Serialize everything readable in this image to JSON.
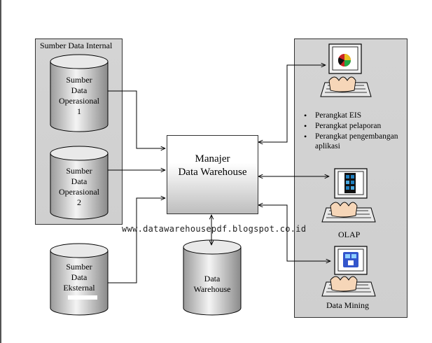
{
  "internal_group": {
    "title": "Sumber Data Internal",
    "source1": [
      "Sumber",
      "Data",
      "Operasional",
      "1"
    ],
    "source2": [
      "Sumber",
      "Data",
      "Operasional",
      "2"
    ]
  },
  "external_source": [
    "Sumber",
    "Data",
    "Eksternal"
  ],
  "manager": {
    "line1": "Manajer",
    "line2": "Data Warehouse"
  },
  "warehouse": [
    "Data",
    "Warehouse"
  ],
  "watermark": "www.datawarehousepdf.blogspot.co.id",
  "tools": {
    "bullets": [
      "Perangkat EIS",
      "Perangkat pelaporan",
      "Perangkat pengembangan aplikasi"
    ],
    "olap_label": "OLAP",
    "mining_label": "Data Mining"
  },
  "colors": {
    "panel": "#d0d0d0",
    "chart_red": "#cc2222",
    "chart_green": "#22aa44",
    "chart_yellow": "#e8c020",
    "screen_blue": "#1f7fbf",
    "mining_blue": "#3355cc"
  }
}
